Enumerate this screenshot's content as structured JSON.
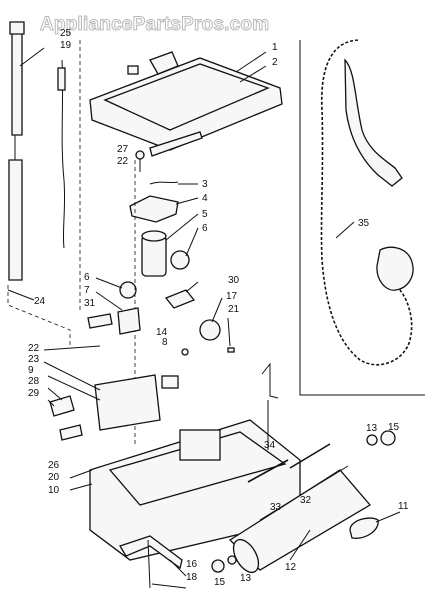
{
  "watermark": "AppliancePartsPros.com",
  "labels": {
    "p1": "1",
    "p2": "2",
    "p3": "3",
    "p4": "4",
    "p5": "5",
    "p6a": "6",
    "p6b": "6",
    "p7": "7",
    "p8": "8",
    "p9": "9",
    "p10": "10",
    "p11": "11",
    "p12": "12",
    "p13a": "13",
    "p13b": "13",
    "p14": "14",
    "p15a": "15",
    "p15b": "15",
    "p16": "16",
    "p17": "17",
    "p18": "18",
    "p19": "19",
    "p20": "20",
    "p21": "21",
    "p22a": "22",
    "p22b": "22",
    "p23": "23",
    "p24": "24",
    "p25": "25",
    "p26": "26",
    "p27": "27",
    "p28": "28",
    "p29": "29",
    "p30": "30",
    "p31": "31",
    "p32": "32",
    "p33": "33",
    "p34": "34",
    "p35": "35"
  }
}
